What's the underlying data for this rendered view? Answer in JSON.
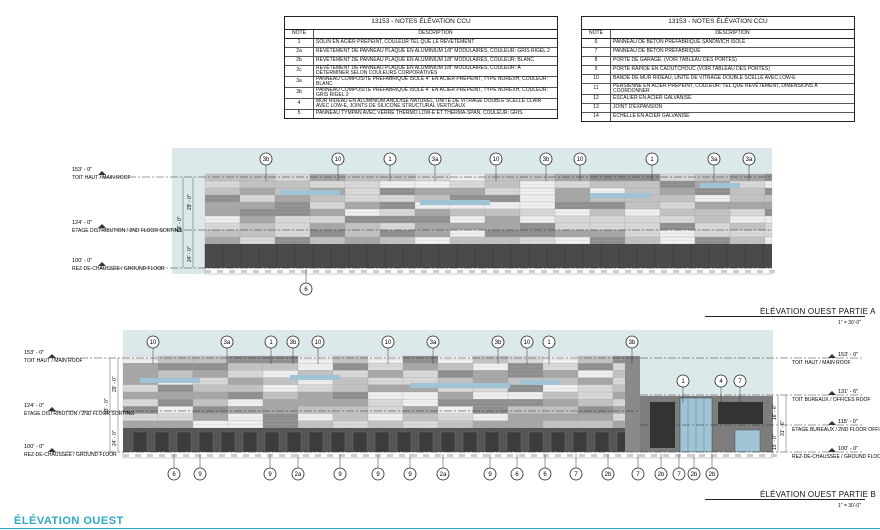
{
  "notes_left": {
    "title": "13153 - NOTES ÉLÉVATION CCU",
    "col_note": "NOTE",
    "col_desc": "DESCRIPTION",
    "rows": [
      {
        "n": "1",
        "d": "SOLIN EN ACIER PRÉPEINT, COULEUR TEL QUE LE REVÊTEMENT"
      },
      {
        "n": "2a",
        "d": "REVÊTEMENT DE PANNEAU PLAQUE EN ALUMINIUM 1/8\" MODULAIRES, COULEUR: GRIS RIGEL 2"
      },
      {
        "n": "2b",
        "d": "REVÊTEMENT DE PANNEAU PLAQUE EN ALUMINIUM 1/8\" MODULAIRES, COULEUR: BLANC"
      },
      {
        "n": "2c",
        "d": "REVÊTEMENT DE PANNEAU PLAQUE EN ALUMINIUM 1/8\" MODULAIRES, COULEUR: À DÉTERMINER SELON COULEURS CORPORATIVES"
      },
      {
        "n": "3a",
        "d": "PANNEAU COMPOSITE PRÉFABRIQUÉ ISOLÉ 4\" EN ACIER PRÉPEINT, TYPE NOREXH, COULEUR: BLANC"
      },
      {
        "n": "3b",
        "d": "PANNEAU COMPOSITE PRÉFABRIQUÉ ISOLÉ 4\" EN ACIER PRÉPEINT, TYPE NOREXH, COULEUR: GRIS RIGEL 2"
      },
      {
        "n": "4",
        "d": "MUR RIDEAU EN ALUMINIUM ANODISÉ NATUREL, UNITÉ DE VITRAGE DOUBLE SCELLÉ CLAIR AVEC LOW-E, JOINTS DE SILICONE STRUCTURAL VERTICAUX"
      },
      {
        "n": "5",
        "d": "PANNEAU TYMPAN AVEC VERRE THERMO LOW-E ET THERMA-SPAN, COULEUR: GRIS"
      }
    ]
  },
  "notes_right": {
    "title": "13153 - NOTES ÉLÉVATION CCU",
    "col_note": "NOTE",
    "col_desc": "DESCRIPTION",
    "rows": [
      {
        "n": "6",
        "d": "PANNEAU DE BÉTON PRÉFABRIQUÉ SANDWICH ISOLÉ"
      },
      {
        "n": "7",
        "d": "PANNEAU DE BÉTON PRÉFABRIQUÉ"
      },
      {
        "n": "8",
        "d": "PORTE DE GARAGE, (VOIR TABLEAU DES PORTES)"
      },
      {
        "n": "9",
        "d": "PORTE RAPIDE EN CAOUTCHOUC (VOIR TABLEAU DES PORTES)"
      },
      {
        "n": "10",
        "d": "BANDE DE MUR RIDEAU, UNITÉ DE VITRAGE DOUBLE SCELLÉ AVEC LOW-E"
      },
      {
        "n": "11",
        "d": "PERSIENNE EN ACIER PRÉPEINT, COULEUR: TEL QUE REVÊTEMENT, DIMENSIONS À COORDONNER"
      },
      {
        "n": "12",
        "d": "ESCALIER EN ACIER GALVANISÉ"
      },
      {
        "n": "13",
        "d": "JOINT D'EXPANSION"
      },
      {
        "n": "14",
        "d": "ÉCHELLE EN ACIER GALVANISÉ"
      }
    ]
  },
  "elevation_a": {
    "caption": "ÉLÉVATION OUEST PARTIE A",
    "scale": "1\" = 30'-0\"",
    "levels": [
      {
        "elev": "153' - 0\"",
        "name": "TOIT HAUT / MAIN ROOF"
      },
      {
        "elev": "124' - 0\"",
        "name": "ÉTAGE DISTRIBUTION / 2ND FLOOR SORTING"
      },
      {
        "elev": "100' - 0\"",
        "name": "REZ-DE-CHAUSSÉE / GROUND FLOOR"
      }
    ],
    "dims": [
      "29' - 0\"",
      "53' - 0\"",
      "24' - 0\""
    ],
    "top_tags": [
      "3b",
      "10",
      "1",
      "3a",
      "10",
      "3b",
      "10",
      "1",
      "3a",
      "3a"
    ],
    "bottom_tags": [
      "6"
    ]
  },
  "elevation_b": {
    "caption": "ÉLÉVATION OUEST PARTIE B",
    "scale": "1\" = 30'-0\"",
    "levels_left": [
      {
        "elev": "153' - 0\"",
        "name": "TOIT HAUT / MAIN ROOF"
      },
      {
        "elev": "124' - 0\"",
        "name": "ÉTAGE DISTRIBUTION / 2ND FLOOR SORTING"
      },
      {
        "elev": "100' - 0\"",
        "name": "REZ-DE-CHAUSSÉE / GROUND FLOOR"
      }
    ],
    "levels_right": [
      {
        "elev": "153' - 0\"",
        "name": "TOIT HAUT / MAIN ROOF"
      },
      {
        "elev": "131' - 6\"",
        "name": "TOIT BUREAUX / OFFICES ROOF"
      },
      {
        "elev": "115' - 0\"",
        "name": "ÉTAGE BUREAUX / 2ND FLOOR OFFICES"
      },
      {
        "elev": "100' - 0\"",
        "name": "REZ-DE-CHAUSSÉE / GROUND FLOOR"
      }
    ],
    "dims_left": [
      "29' - 0\"",
      "53' - 0\"",
      "24' - 0\""
    ],
    "dims_right": [
      "16' - 6\"",
      "31' - 6\"",
      "15' - 0\""
    ],
    "top_tags": [
      "10",
      "3a",
      "1",
      "3b",
      "10",
      "10",
      "3a",
      "3b",
      "10",
      "1",
      "3b",
      "1",
      "4",
      "7"
    ],
    "bottom_tags": [
      "6",
      "9",
      "9",
      "2a",
      "9",
      "9",
      "9",
      "2a",
      "9",
      "6",
      "6",
      "7",
      "2b",
      "7",
      "2b",
      "7",
      "2b",
      "2b"
    ]
  },
  "sheet_title": "ÉLÉVATION OUEST",
  "colors": {
    "accent": "#2aa8c9",
    "sky": "#dbe9ea",
    "panel_dark": "#5e5e5e",
    "panel_mid": "#a6a6a6",
    "panel_light": "#d8d8d8",
    "glass": "#9fc4d6"
  }
}
